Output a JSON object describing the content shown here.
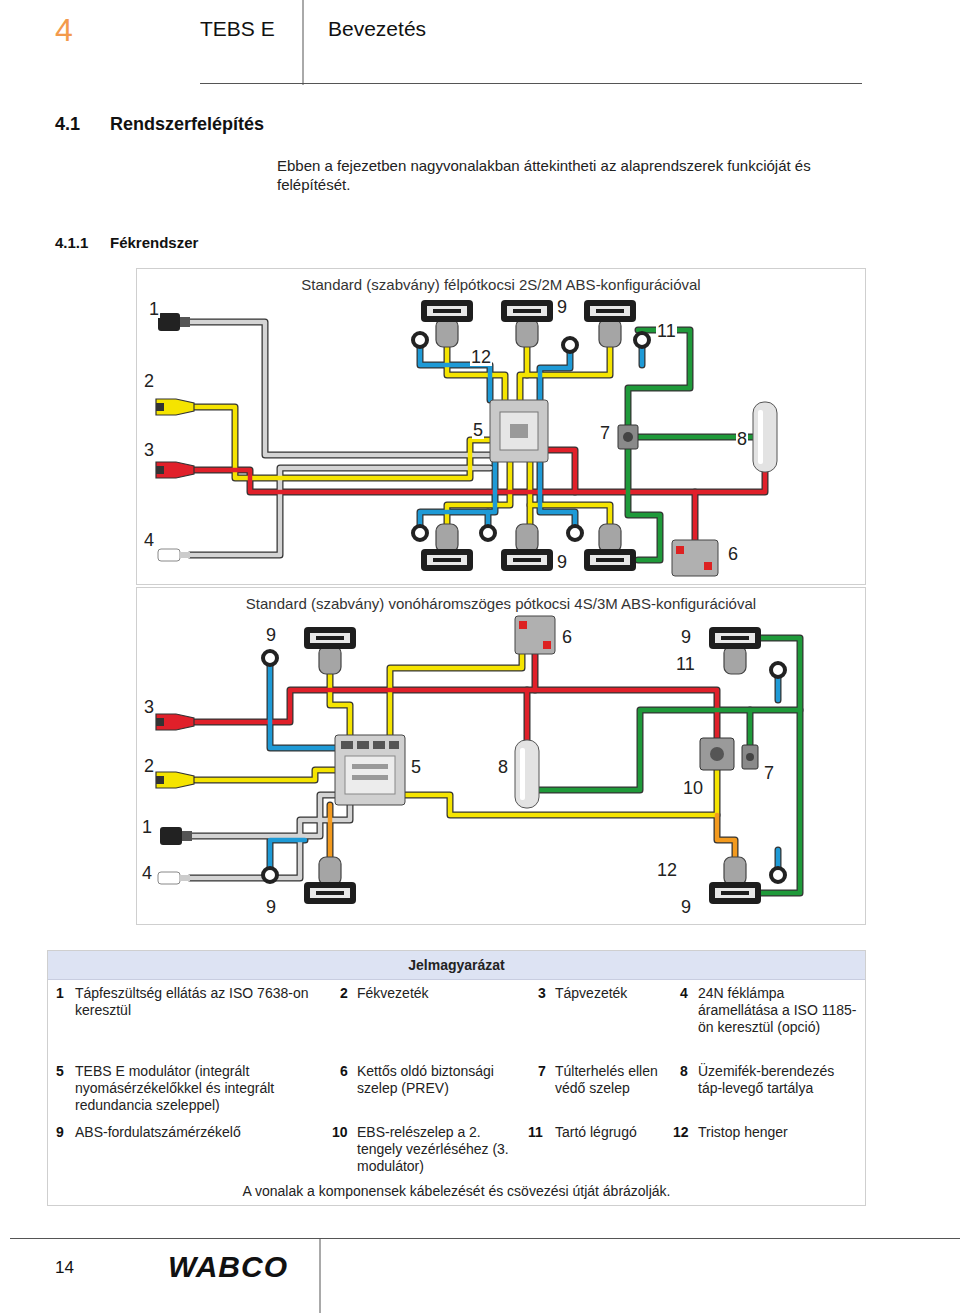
{
  "diagram": {
    "title": "Rendszerfelépítés",
    "nodes": [
      {
        "text": [
          "Standard (szabvány) félpótkocsi 2S/2M ABS-konfigurációval"
        ]
      },
      {
        "text": [
          "Standard (szabvány) vonóháromszöges pótkocsi 4S/3M ABS-konfigurációval"
        ]
      },
      {
        "text": [
          "Jelmagyarázat",
          "A vonalak a komponensek kábelezését és csövezési útját ábrázolják."
        ]
      }
    ],
    "labels": [
      "4",
      "TEBS E",
      "Bevezetés",
      "4.1",
      "Ebben a fejezetben nagyvonalakban áttekintheti az alaprendszerek funkcióját és felépítését.",
      "4.1.1",
      "Fékrendszer",
      "1",
      "2",
      "3",
      "4",
      "9",
      "11",
      "12",
      "5",
      "7",
      "8",
      "9",
      "6",
      "9",
      "6",
      "9",
      "11",
      "3",
      "2",
      "5",
      "8",
      "10",
      "7",
      "1",
      "4",
      "12",
      "9",
      "9",
      "1",
      "Tápfeszültség ellátás az ISO 7638-on keresztül",
      "2",
      "Fékvezeték",
      "3",
      "Tápvezeték",
      "4",
      "24N féklámpa áramellátása a ISO 1185-ön keresztül (opció)",
      "5",
      "TEBS E modulátor (integrált nyomásérzékelőkkel és integrált redundancia szeleppel)",
      "6",
      "Kettős oldó biztonsági szelep (PREV)",
      "7",
      "Túlterhelés ellen védő szelep",
      "8",
      "Üzemifék-berendezés táp-levegő tartálya",
      "9",
      "ABS-fordulatszámérzékelő",
      "10",
      "EBS-relészelep a 2. tengely vezérléséhez (3. modulátor)",
      "11",
      "Tartó légrugó",
      "12",
      "Tristop henger",
      "14",
      "WABCO"
    ]
  }
}
